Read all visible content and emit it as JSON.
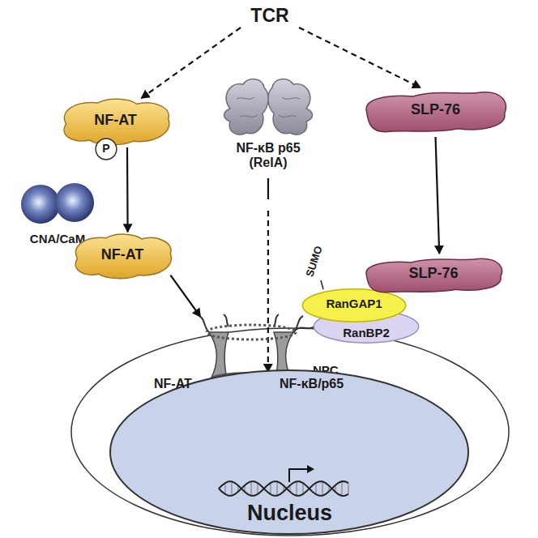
{
  "diagram": {
    "nodes": [
      {
        "text": [
          "TCR"
        ]
      },
      {
        "text": [
          "NF-AT"
        ]
      },
      {
        "text": [
          "P"
        ],
        "in": 1
      },
      {
        "text": [
          "NF-κB p65 (RelA)"
        ]
      },
      {
        "text": [
          "SLP-76"
        ]
      },
      {
        "text": [
          "CNA/CaM"
        ]
      },
      {
        "text": [
          "NF-AT"
        ]
      },
      {
        "text": [
          "RanGAP1"
        ]
      },
      {
        "text": [
          "RanBP2"
        ]
      },
      {
        "text": [
          "SLP-76"
        ]
      },
      {
        "text": [
          "NPC"
        ]
      },
      {
        "text": [
          "NF-AT",
          "NF-κB/p65",
          "Nucleus"
        ]
      }
    ],
    "edges": [
      {
        "from": 0,
        "to": 1,
        "arrow": "to"
      },
      {
        "from": 0,
        "to": 4,
        "arrow": "to"
      },
      {
        "from": 1,
        "to": 6,
        "arrow": "to"
      },
      {
        "from": 4,
        "to": 9,
        "arrow": "to"
      },
      {
        "from": 6,
        "to": 10,
        "arrow": "to"
      },
      {
        "from": 3,
        "to": 11,
        "arrow": "to"
      }
    ],
    "labels": [
      "SUMO"
    ]
  }
}
